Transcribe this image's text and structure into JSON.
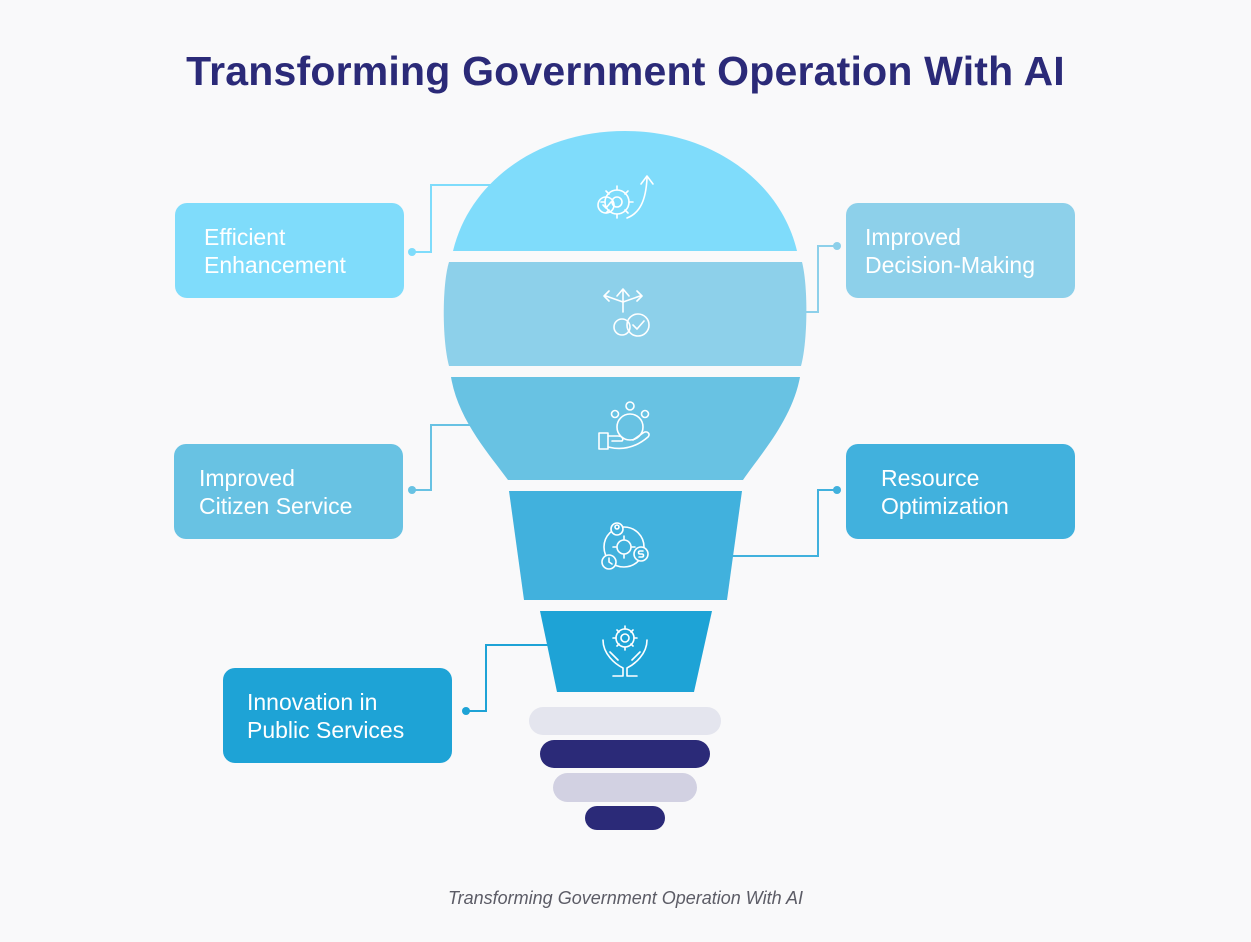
{
  "title": "Transforming Government Operation With AI",
  "caption": "Transforming Government Operation With AI",
  "colors": {
    "segment1": "#7fdcfb",
    "segment2": "#8dd0ea",
    "segment3": "#68c2e3",
    "segment4": "#41b1dd",
    "segment5": "#1ea3d6",
    "base_light": "#e4e5ee",
    "base_dark": "#2b2a78",
    "base_mid": "#d2d1e2",
    "title": "#2b2a78"
  },
  "items": [
    {
      "label": "Efficient\nEnhancement",
      "icon": "gear-growth-icon"
    },
    {
      "label": "Improved\nDecision-Making",
      "icon": "decision-arrows-icon"
    },
    {
      "label": "Improved\nCitizen Service",
      "icon": "hand-people-icon"
    },
    {
      "label": "Resource\nOptimization",
      "icon": "resource-cycle-icon"
    },
    {
      "label": "Innovation in\nPublic Services",
      "icon": "hands-innovation-icon"
    }
  ]
}
